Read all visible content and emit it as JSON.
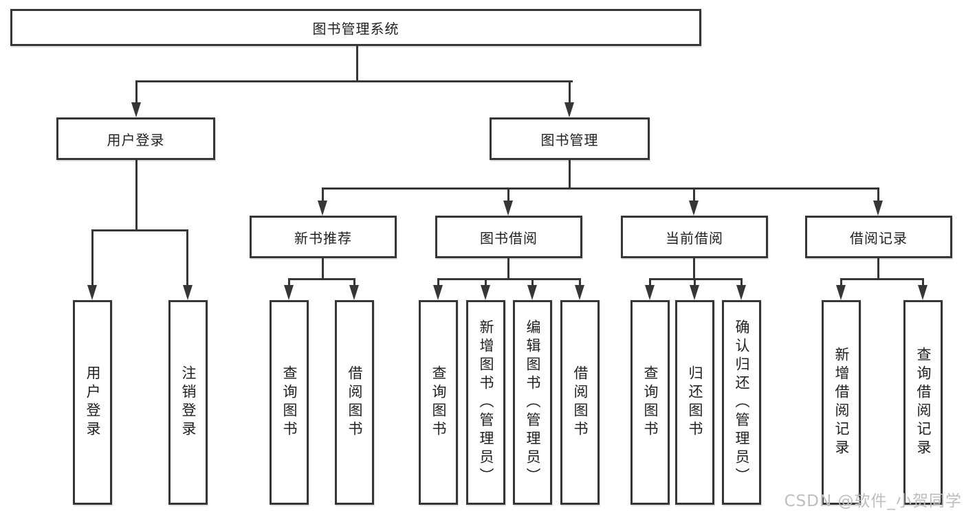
{
  "diagram_title": "图书管理系统",
  "tree": {
    "root": {
      "label": "图书管理系统"
    },
    "branches": [
      {
        "label": "用户登录",
        "children": [
          {
            "label": "用户登录"
          },
          {
            "label": "注销登录"
          }
        ]
      },
      {
        "label": "图书管理",
        "groups": [
          {
            "label": "新书推荐",
            "children": [
              {
                "label": "查询图书"
              },
              {
                "label": "借阅图书"
              }
            ]
          },
          {
            "label": "图书借阅",
            "children": [
              {
                "label": "查询图书"
              },
              {
                "label": "新增图书（管理员）"
              },
              {
                "label": "编辑图书（管理员）"
              },
              {
                "label": "借阅图书"
              }
            ]
          },
          {
            "label": "当前借阅",
            "children": [
              {
                "label": "查询图书"
              },
              {
                "label": "归还图书"
              },
              {
                "label": "确认归还（管理员）"
              }
            ]
          },
          {
            "label": "借阅记录",
            "children": [
              {
                "label": "新增借阅记录"
              },
              {
                "label": "查询借阅记录"
              }
            ]
          }
        ]
      }
    ]
  },
  "watermark": {
    "text": "CSDN @软件_小贺同学",
    "color": "#bdbdbd"
  },
  "colors": {
    "line": "#363636",
    "text": "#212121",
    "background": "#ffffff"
  }
}
